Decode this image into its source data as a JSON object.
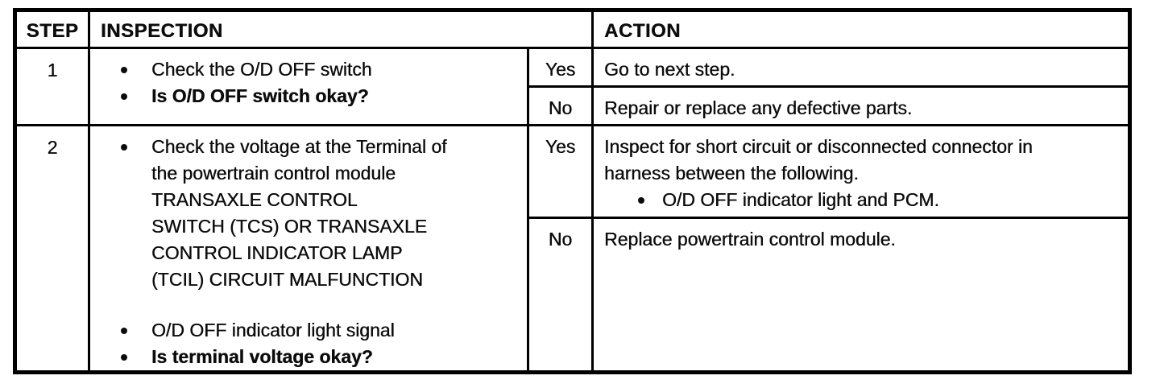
{
  "colors": {
    "ink": "#0c0c0c",
    "paper": "#ffffff"
  },
  "table": {
    "headers": {
      "step": "STEP",
      "inspection": "INSPECTION",
      "action": "ACTION"
    },
    "rows": [
      {
        "step": "1",
        "inspection": [
          {
            "bold": false,
            "lines": [
              "Check the O/D OFF switch"
            ]
          },
          {
            "bold": true,
            "lines": [
              "Is O/D OFF switch okay?"
            ]
          }
        ],
        "branches": [
          {
            "answer": "Yes",
            "action": {
              "lines": [
                "Go to next step."
              ],
              "bullets": []
            }
          },
          {
            "answer": "No",
            "action": {
              "lines": [
                "Repair or replace any defective parts."
              ],
              "bullets": []
            }
          }
        ]
      },
      {
        "step": "2",
        "inspection": [
          {
            "bold": false,
            "lines": [
              "Check the voltage at the Terminal of",
              "the powertrain control module",
              "TRANSAXLE CONTROL",
              "SWITCH (TCS) OR TRANSAXLE",
              "CONTROL INDICATOR LAMP",
              "(TCIL) CIRCUIT MALFUNCTION"
            ]
          },
          {
            "bold": false,
            "lines": [
              "O/D OFF indicator light signal"
            ]
          },
          {
            "bold": true,
            "lines": [
              "Is terminal voltage okay?"
            ]
          }
        ],
        "branches": [
          {
            "answer": "Yes",
            "action": {
              "lines": [
                "Inspect for short circuit or disconnected connector in",
                "harness between the following."
              ],
              "bullets": [
                "O/D OFF indicator light and PCM."
              ]
            }
          },
          {
            "answer": "No",
            "action": {
              "lines": [
                "Replace powertrain control module."
              ],
              "bullets": []
            }
          }
        ]
      }
    ]
  }
}
